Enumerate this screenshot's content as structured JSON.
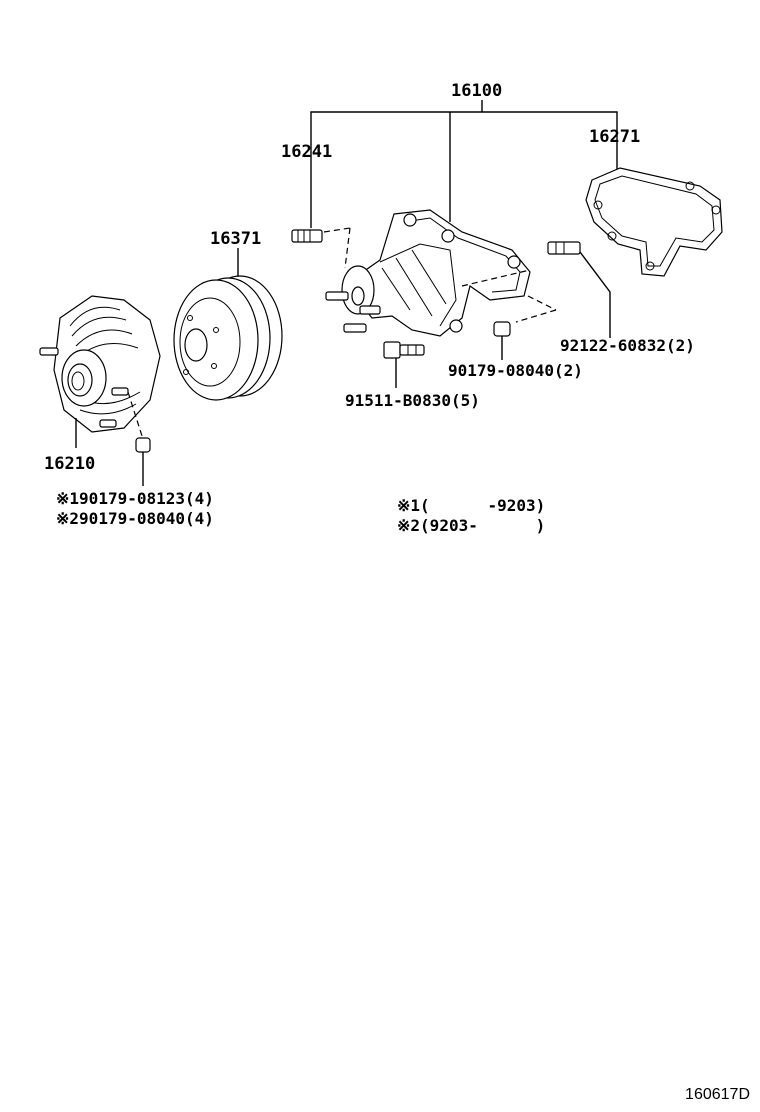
{
  "callouts": {
    "assembly": "16100",
    "stud": "16241",
    "gasket": "16271",
    "pulley": "16371",
    "fan_clutch": "16210",
    "stud_bolt": "92122-60832(2)",
    "nut_pump": "90179-08040(2)",
    "bolt": "91511-B0830(5)"
  },
  "fan_nuts": [
    {
      "mark": "※1",
      "part": "90179-08123(4)"
    },
    {
      "mark": "※2",
      "part": "90179-08040(4)"
    }
  ],
  "legend": [
    {
      "mark": "※1",
      "range": "(      -9203)"
    },
    {
      "mark": "※2",
      "range": "(9203-      )"
    }
  ],
  "footer": {
    "code": "160617D"
  }
}
